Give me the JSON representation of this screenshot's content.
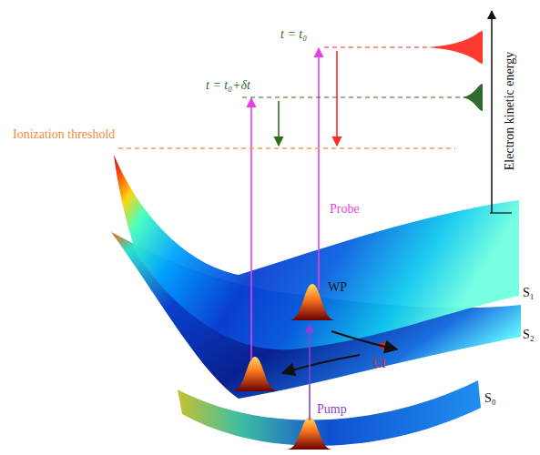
{
  "diagram": {
    "labels": [
      "t = t₀",
      "t = t₀+δt",
      "Ionization threshold",
      "Electron kinetic energy",
      "Probe",
      "WP",
      "Pump",
      "CI",
      "S₁",
      "S₂",
      "S₀"
    ]
  }
}
